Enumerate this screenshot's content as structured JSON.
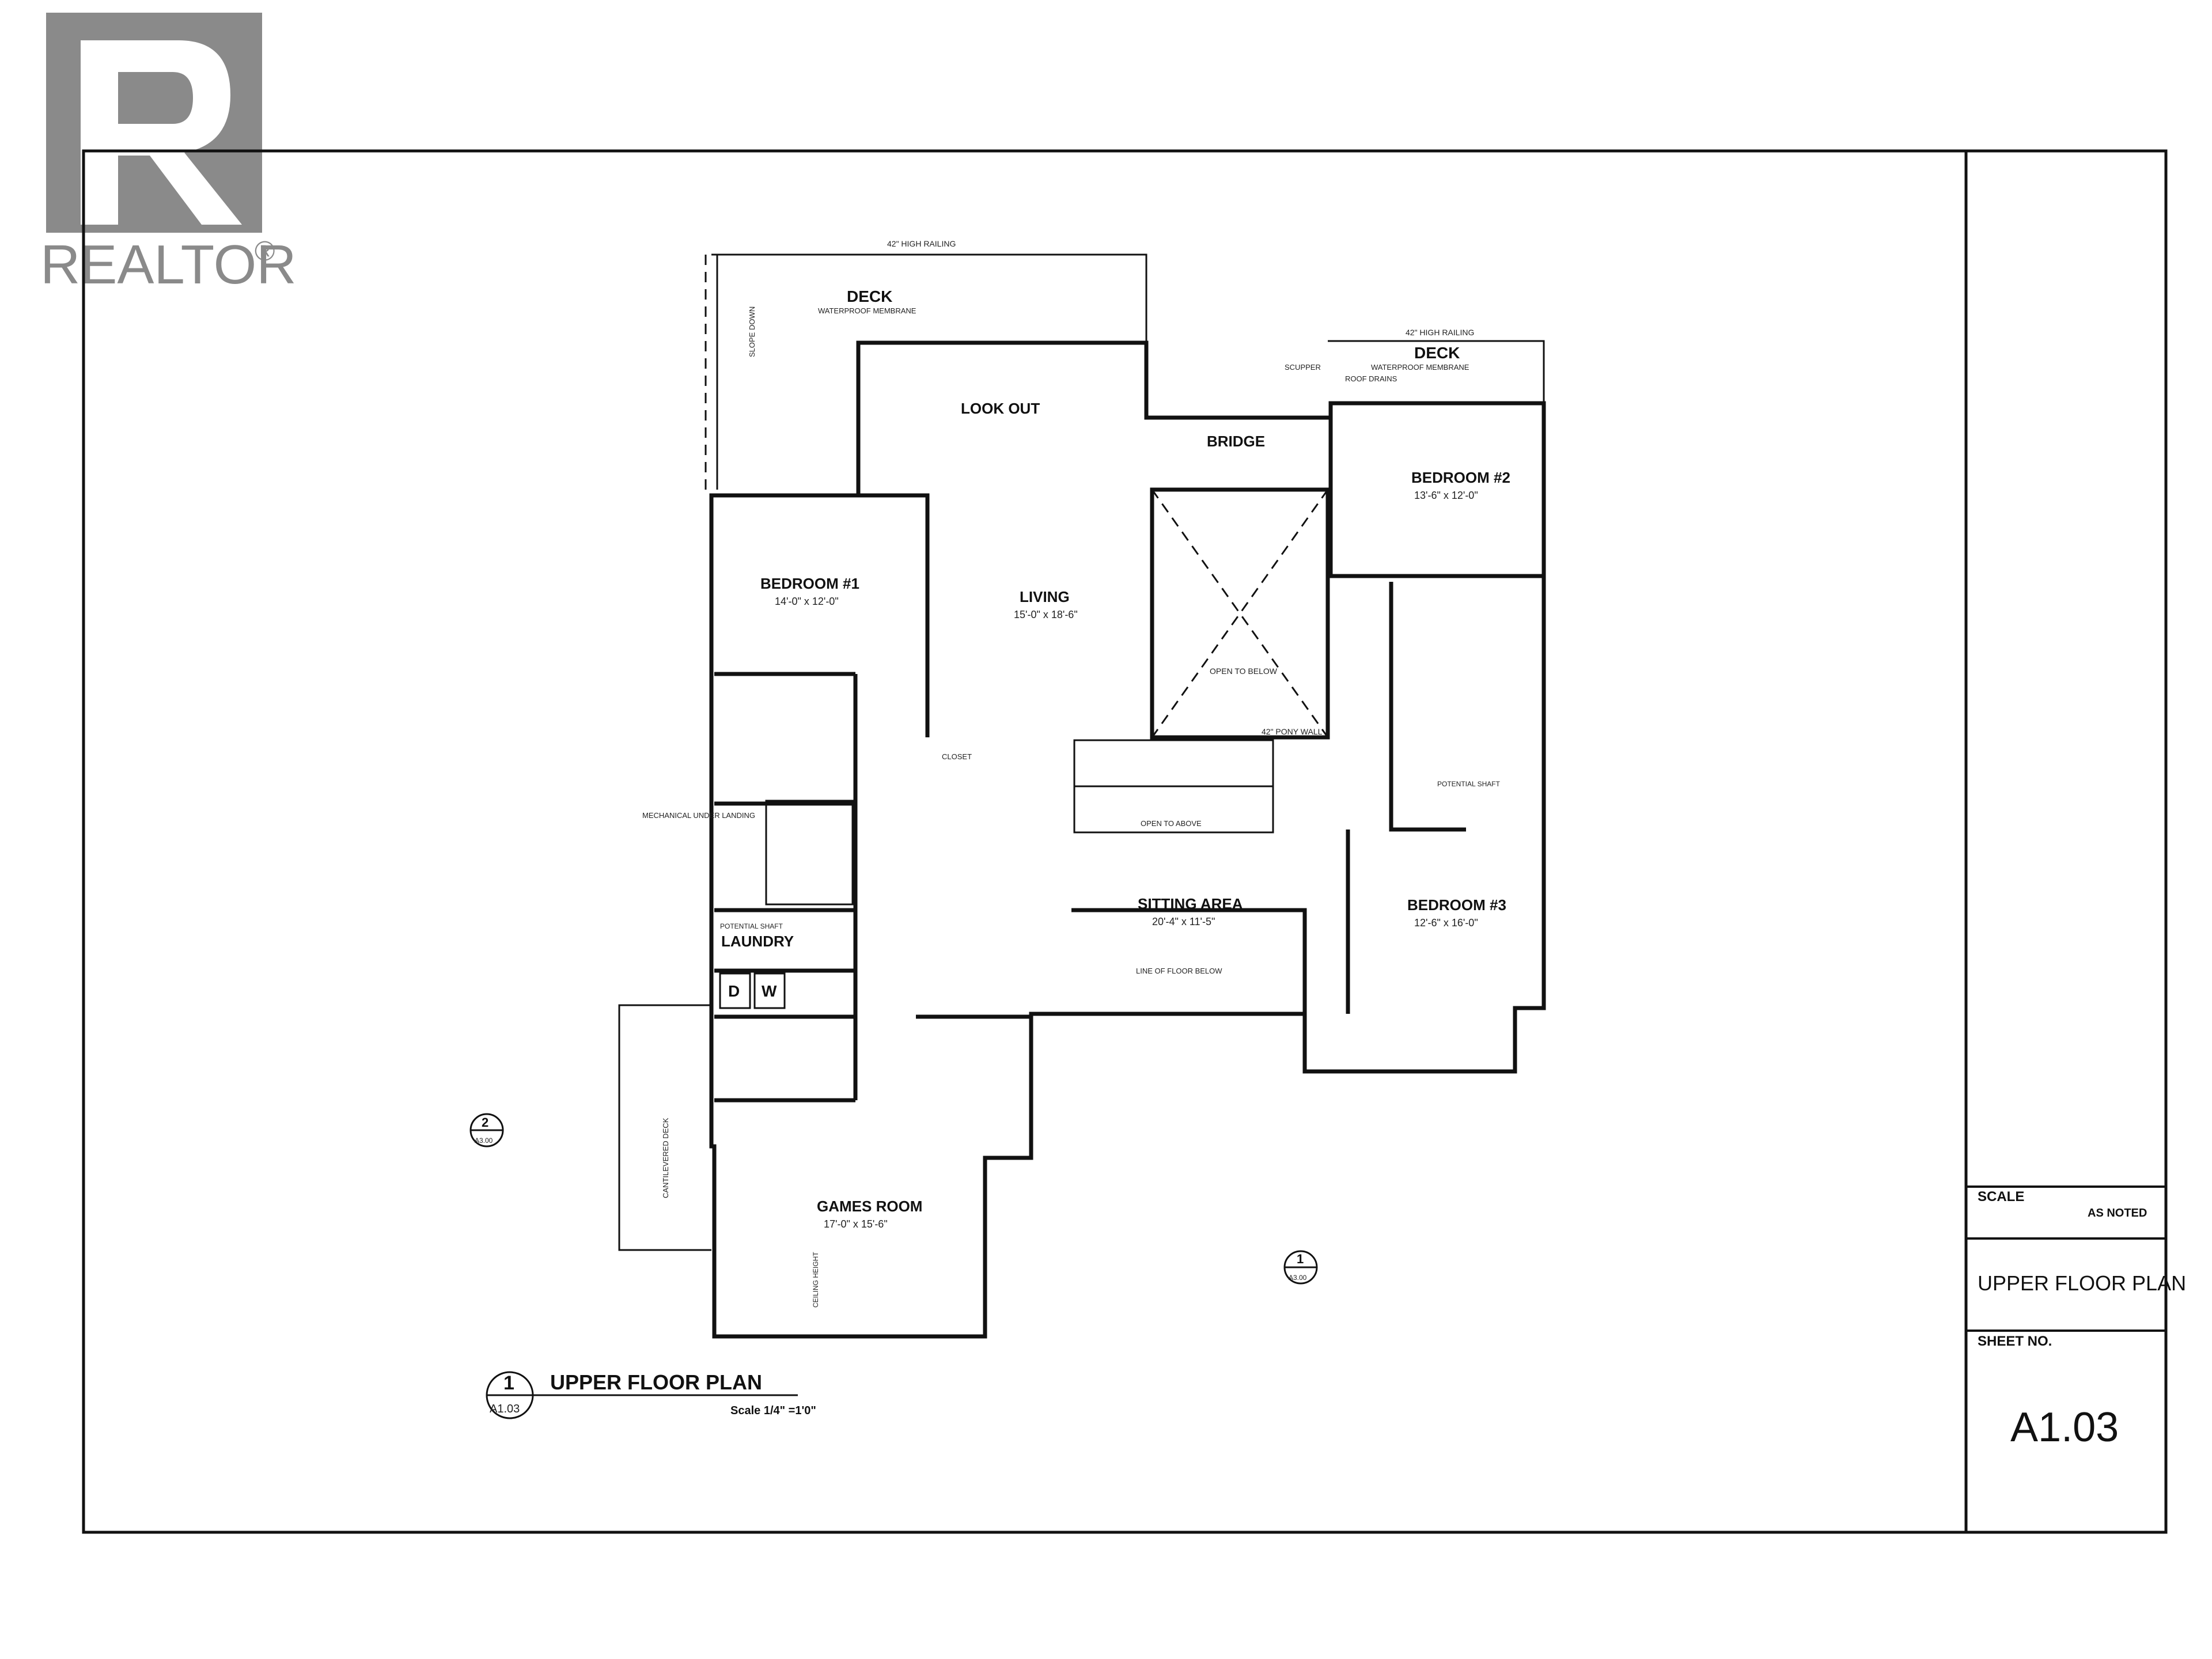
{
  "logo": {
    "text": "REALTOR",
    "mark": "®"
  },
  "deck_left": {
    "title": "DECK",
    "note": "WATERPROOF MEMBRANE",
    "railing": "42\" HIGH RAILING",
    "slope": "SLOPE DOWN"
  },
  "deck_right": {
    "title": "DECK",
    "note": "WATERPROOF MEMBRANE",
    "railing": "42\" HIGH RAILING",
    "scupper": "SCUPPER",
    "roof_drains": "ROOF DRAINS"
  },
  "rooms": {
    "look_out": {
      "name": "LOOK OUT"
    },
    "bridge": {
      "name": "BRIDGE"
    },
    "living": {
      "name": "LIVING",
      "size": "15'-0\" x 18'-6\""
    },
    "bedroom1": {
      "name": "BEDROOM #1",
      "size": "14'-0\" x 12'-0\""
    },
    "bedroom2": {
      "name": "BEDROOM #2",
      "size": "13'-6\" x 12'-0\""
    },
    "bedroom3": {
      "name": "BEDROOM #3",
      "size": "12'-6\" x 16'-0\""
    },
    "sitting": {
      "name": "SITTING AREA",
      "size": "20'-4\" x 11'-5\""
    },
    "laundry": {
      "name": "LAUNDRY"
    },
    "games": {
      "name": "GAMES ROOM",
      "size": "17'-0\" x 15'-6\""
    }
  },
  "labels": {
    "closet": "CLOSET",
    "open_below": "OPEN TO BELOW",
    "open_above": "OPEN TO ABOVE",
    "pony_wall": "42\" PONY WALL",
    "mechanical": "MECHANICAL UNDER LANDING",
    "potential_shaft": "POTENTIAL SHAFT",
    "line_floor_below": "LINE OF FLOOR BELOW",
    "cantilevered_deck": "CANTILEVERED DECK",
    "ceiling_height": "CEILING HEIGHT",
    "washer": "W",
    "dryer": "D"
  },
  "plan_title": {
    "number": "1",
    "sheet_ref": "A1.03",
    "title": "UPPER FLOOR PLAN",
    "scale": "Scale 1/4\" =1'0\""
  },
  "markers": {
    "section_2": {
      "num": "2",
      "ref": "A3.00"
    },
    "section_1": {
      "num": "1",
      "ref": "A3.00"
    }
  },
  "title_block": {
    "scale_label": "SCALE",
    "scale_value": "AS NOTED",
    "drawing_title": "UPPER FLOOR PLAN",
    "sheet_label": "SHEET NO.",
    "sheet_number": "A1.03"
  }
}
